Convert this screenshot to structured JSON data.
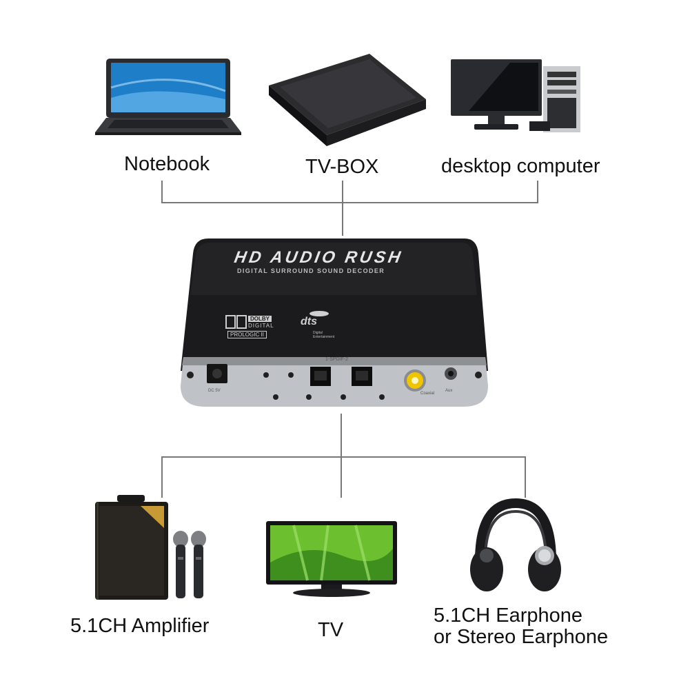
{
  "top_devices": {
    "notebook": {
      "label": "Notebook",
      "icon": "laptop-icon"
    },
    "tvbox": {
      "label": "TV-BOX",
      "icon": "tv-box-icon"
    },
    "desktop": {
      "label": "desktop computer",
      "icon": "desktop-computer-icon"
    }
  },
  "decoder": {
    "title": "HD AUDIO RUSH",
    "subtitle": "DIGITAL SURROUND SOUND DECODER",
    "dolby": {
      "line1": "DOLBY",
      "line2": "DIGITAL",
      "line3": "PROLOGIC II"
    },
    "dts": {
      "name": "dts",
      "tag": "Digital Entertainment"
    },
    "port_labels": {
      "dc": "DC 5V",
      "input": "1-SPDIF-2",
      "coaxial": "Coaxial",
      "aux": "Aux"
    },
    "body_color": "#1a1a1c",
    "panel_color": "#bfc2c6"
  },
  "bottom_devices": {
    "amplifier": {
      "label": "5.1CH Amplifier",
      "icon": "speaker-amplifier-icon"
    },
    "tv": {
      "label": "TV",
      "icon": "tv-icon"
    },
    "earphone": {
      "line1": "5.1CH Earphone",
      "line2": "or Stereo Earphone",
      "icon": "headphones-icon"
    }
  }
}
